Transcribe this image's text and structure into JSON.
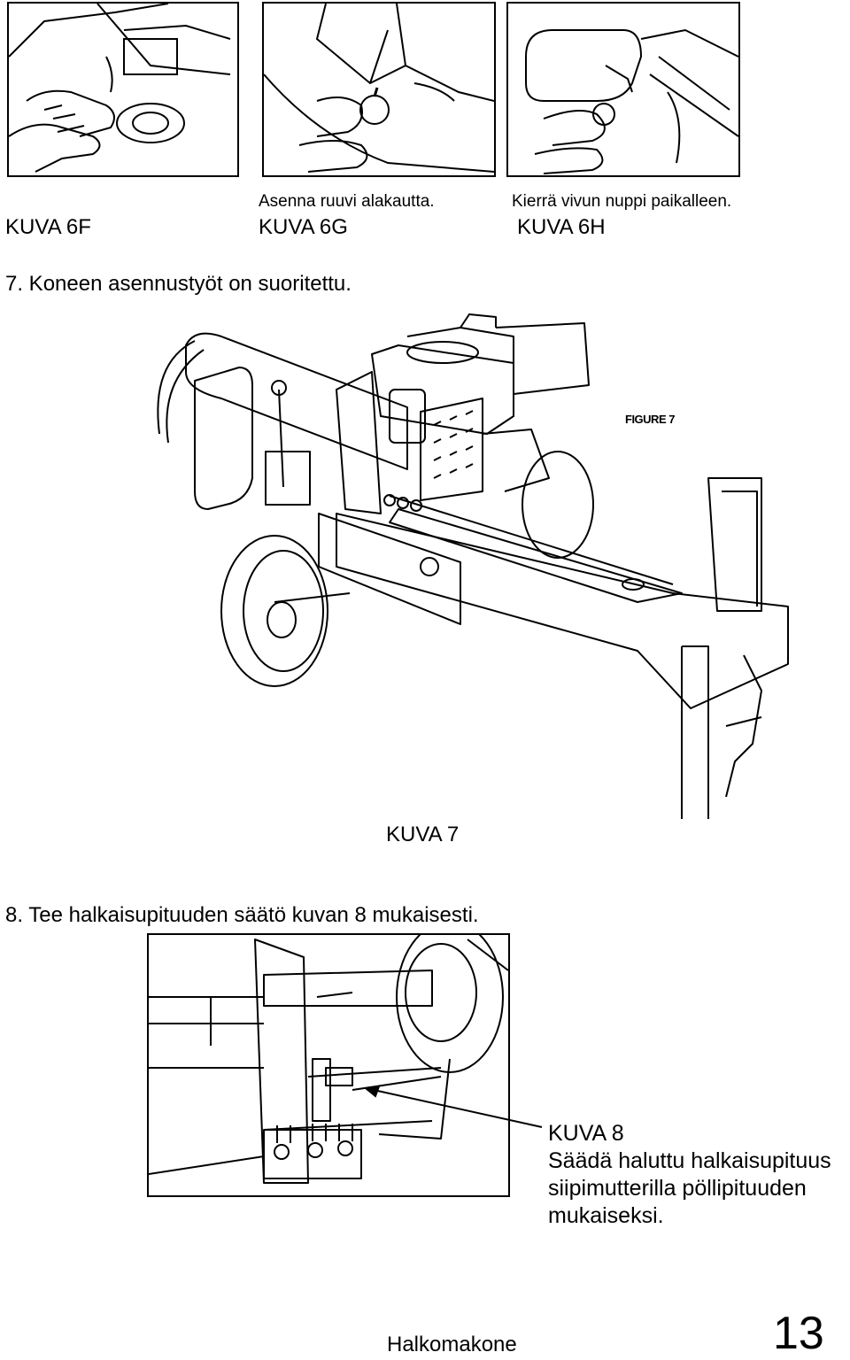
{
  "figures_top": [
    {
      "caption": "KUVA 6F",
      "note": ""
    },
    {
      "caption": "KUVA 6G",
      "note": "Asenna ruuvi alakautta."
    },
    {
      "caption": "KUVA 6H",
      "note": "Kierrä vivun nuppi paikalleen."
    }
  ],
  "step7": "7. Koneen asennustyöt on suoritettu.",
  "figure7": {
    "caption": "KUVA 7",
    "inner_label": "FIGURE 7"
  },
  "step8": "8. Tee halkaisupituuden säätö kuvan 8 mukaisesti.",
  "figure8": {
    "title": "KUVA 8",
    "lines": [
      "Säädä haluttu halkaisupituus",
      "siipimutterilla pöllipituuden",
      "mukaiseksi."
    ]
  },
  "footer": {
    "title": "Halkomakone",
    "page_number": "13"
  }
}
